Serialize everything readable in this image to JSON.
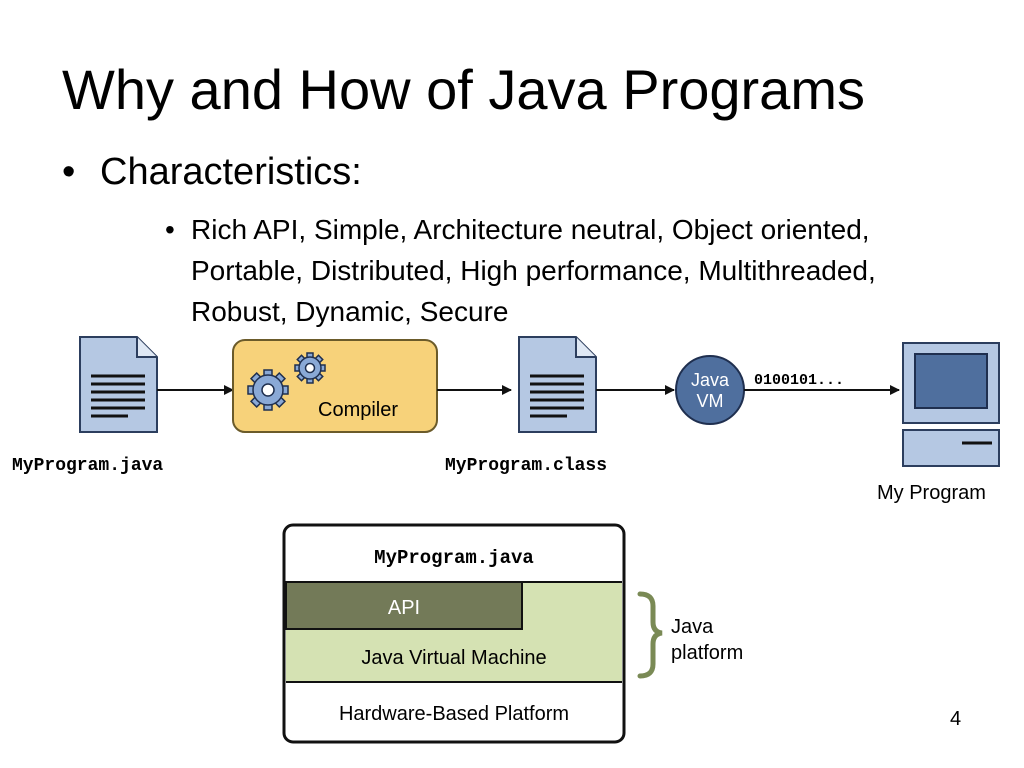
{
  "slide": {
    "title": "Why and How of Java Programs",
    "bullet_level1": "Characteristics:",
    "bullet_level2": "Rich API, Simple, Architecture neutral, Object oriented, Portable, Distributed, High performance, Multithreaded, Robust, Dynamic, Secure",
    "page_number": "4"
  },
  "pipeline": {
    "source_file_label": "MyProgram.java",
    "compiler_label": "Compiler",
    "class_file_label": "MyProgram.class",
    "jvm_label_line1": "Java",
    "jvm_label_line2": "VM",
    "bytecode_label": "0100101...",
    "computer_label": "My Program"
  },
  "platform_stack": {
    "top_layer": "MyProgram.java",
    "api_layer": "API",
    "jvm_layer": "Java Virtual Machine",
    "hardware_layer": "Hardware-Based Platform",
    "brace_label_line1": "Java",
    "brace_label_line2": "platform"
  },
  "colors": {
    "document_fill": "#b5c8e3",
    "compiler_fill": "#f7d27a",
    "gear_fill": "#8aa9d6",
    "jvm_circle": "#4f6f9e",
    "api_fill": "#737a58",
    "jvm_layer_fill": "#d5e2b3",
    "brace": "#7a8a55"
  }
}
